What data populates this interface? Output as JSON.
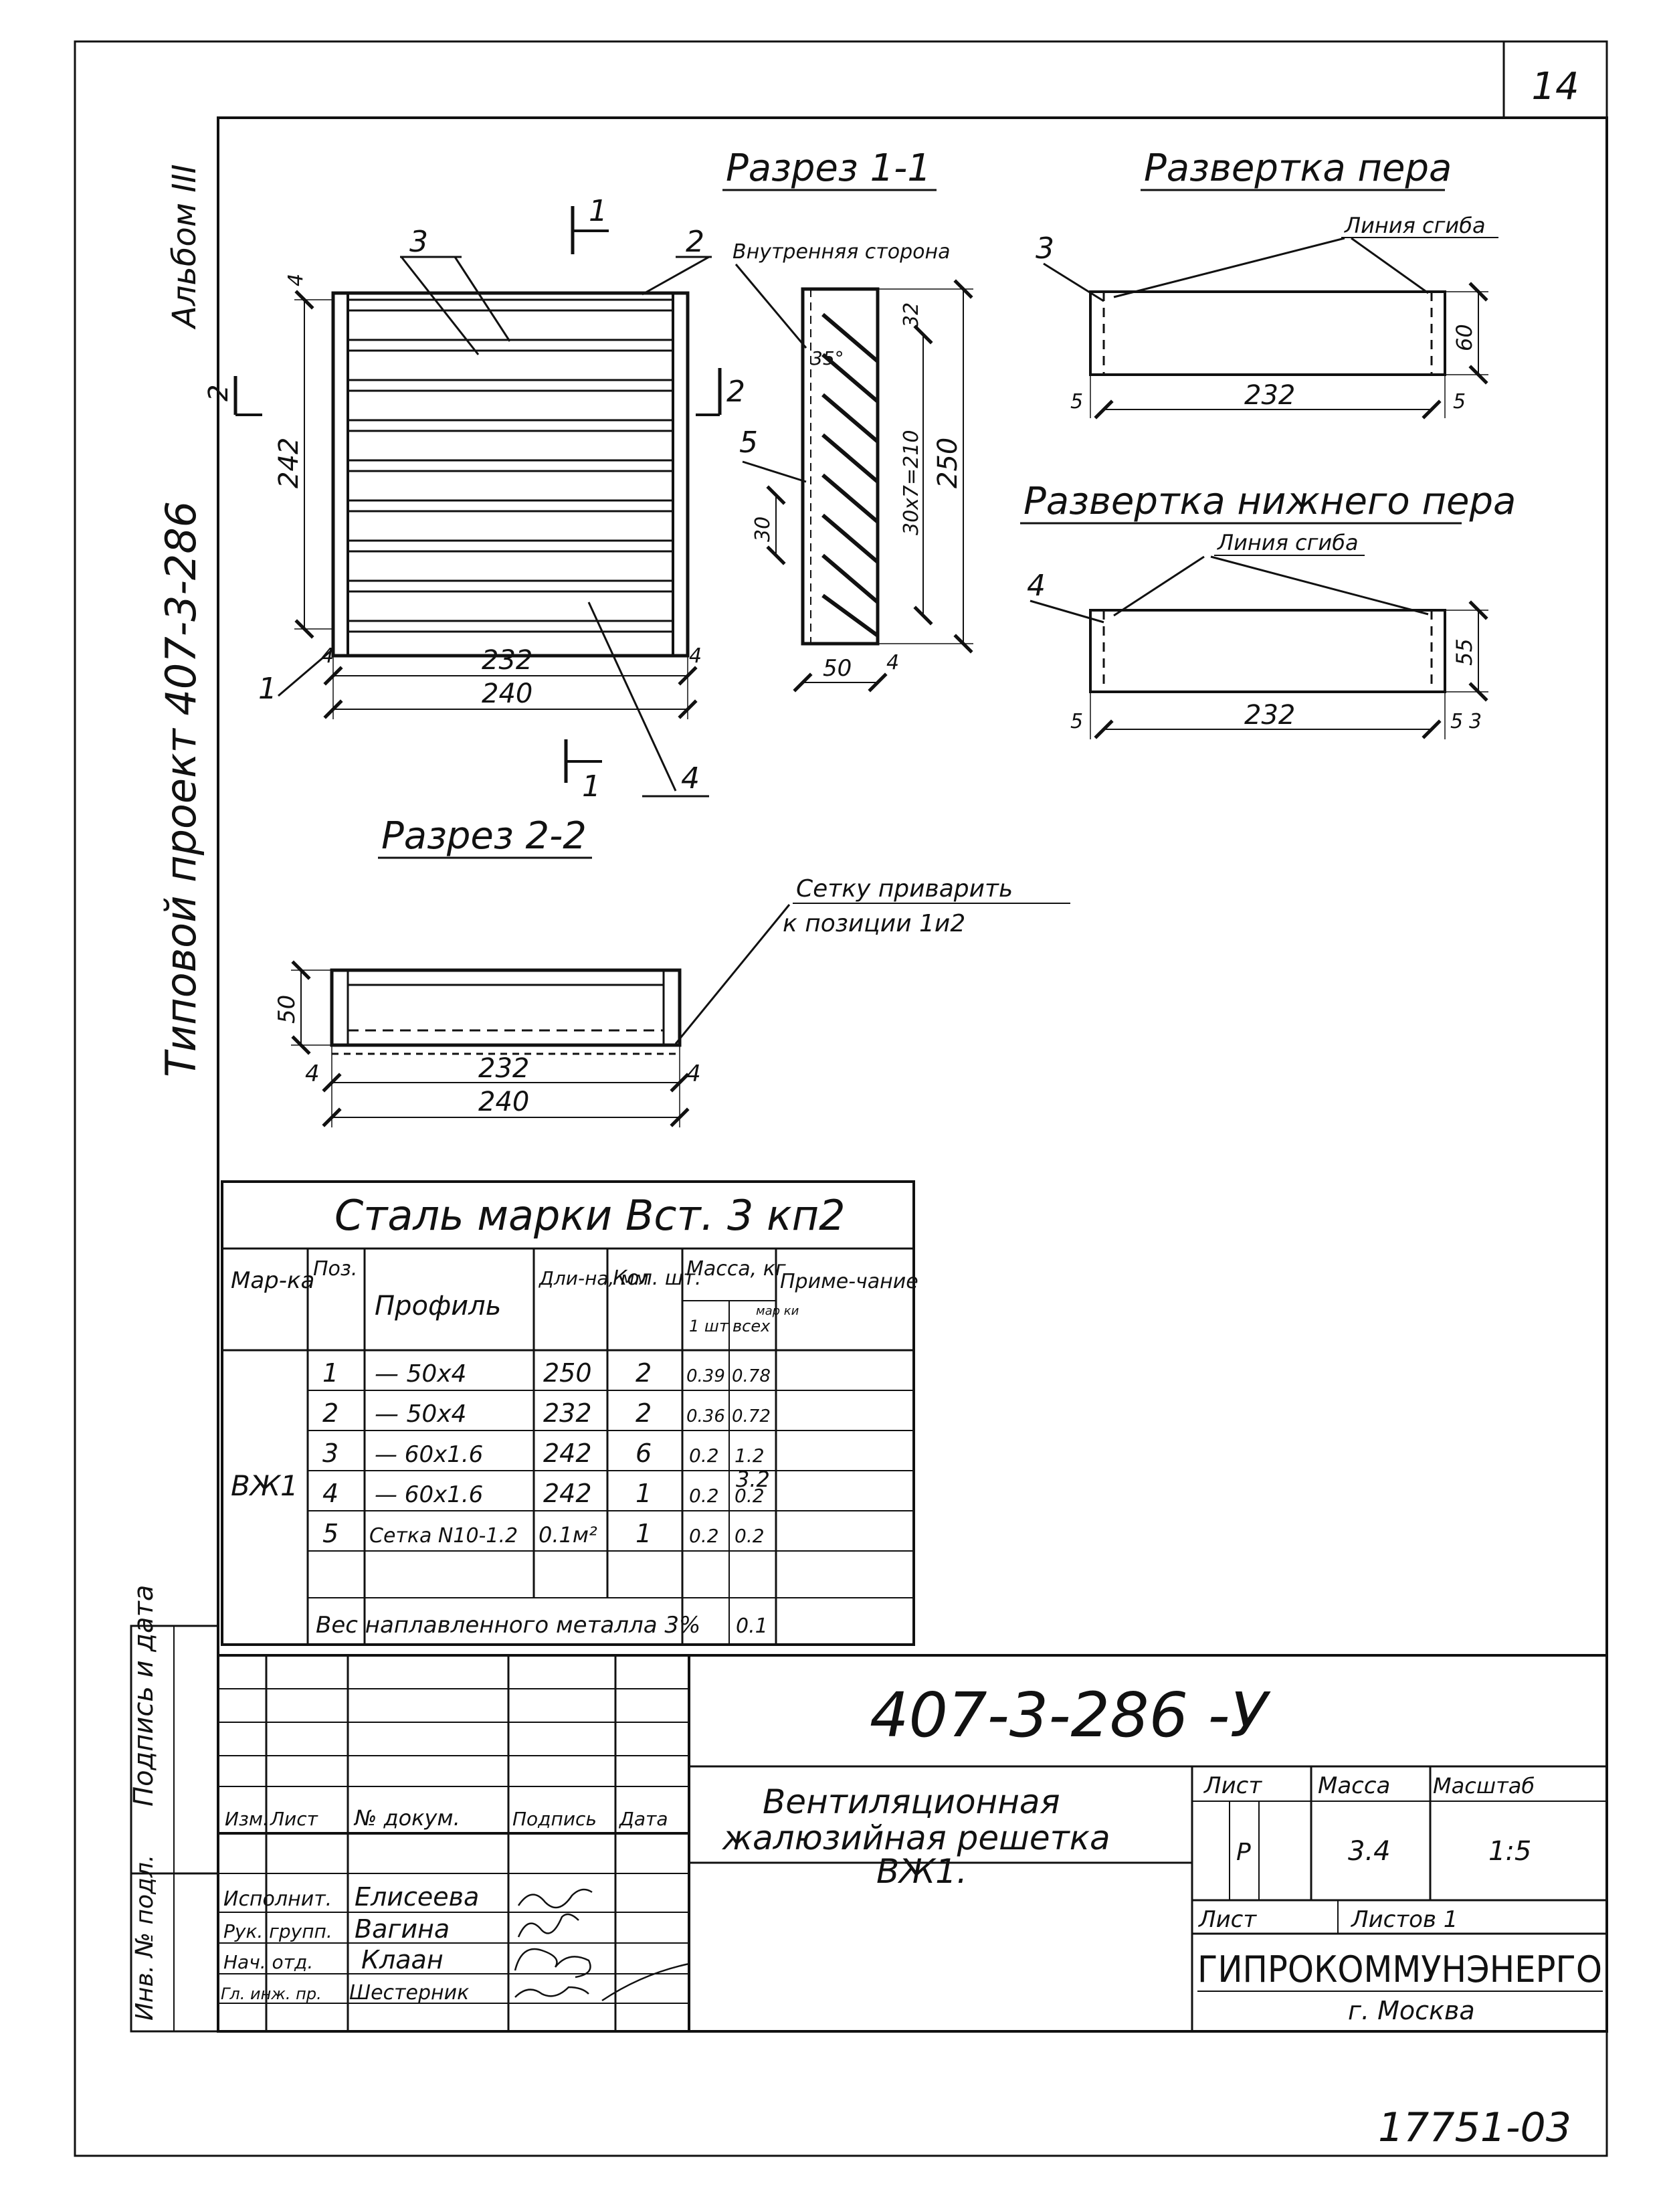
{
  "sheet": {
    "page_no": "14",
    "side_album": "Альбом III",
    "side_project": "Типовой проект 407-3-286",
    "side_sign": "Подпись и дата",
    "side_inv": "Инв. № подл.",
    "bottom_number": "17751-03"
  },
  "views": {
    "section11": {
      "title": "Разрез 1-1",
      "cut_no": "1",
      "cut2_no": "2",
      "inner_side": "Внутренняя сторона",
      "pos": [
        "1",
        "2",
        "3",
        "4",
        "5"
      ],
      "dims": {
        "d242": "242",
        "d232": "232",
        "d240": "240",
        "d4": "4",
        "d250": "250",
        "d32": "32",
        "d30x7": "30x7=210",
        "d30": "30",
        "d50": "50",
        "ang": "35°"
      }
    },
    "section22": {
      "title": "Разрез 2-2",
      "note_l1": "Сетку приварить",
      "note_l2": "к позиции 1и2",
      "dims": {
        "d50": "50",
        "d232": "232",
        "d240": "240",
        "d4": "4"
      }
    },
    "blade": {
      "title": "Развертка пера",
      "bend": "Линия сгиба",
      "pos": "3",
      "dims": {
        "d60": "60",
        "d232": "232",
        "d5": "5"
      }
    },
    "lower_blade": {
      "title": "Развертка нижнего пера",
      "bend": "Линия сгиба",
      "pos": "4",
      "dims": {
        "d55": "55",
        "d232": "232",
        "d5": "5",
        "d3": "3"
      }
    }
  },
  "spec": {
    "steel": "Сталь марки Вст. 3 кп2",
    "headers": {
      "mark": "Мар-ка",
      "pos": "Поз.",
      "profile": "Профиль",
      "length": "Дли-на, мм",
      "qty": "Кол. шт.",
      "mass": "Масса, кг",
      "m1": "1 шт",
      "mall": "всех",
      "mmark": "мар ки",
      "note": "Приме-чание"
    },
    "mark": "ВЖ1",
    "mark_mass": "3.2",
    "rows": [
      {
        "pos": "1",
        "profile": "— 50x4",
        "length": "250",
        "qty": "2",
        "m1": "0.39",
        "mall": "0.78"
      },
      {
        "pos": "2",
        "profile": "— 50x4",
        "length": "232",
        "qty": "2",
        "m1": "0.36",
        "mall": "0.72"
      },
      {
        "pos": "3",
        "profile": "— 60x1.6",
        "length": "242",
        "qty": "6",
        "m1": "0.2",
        "mall": "1.2"
      },
      {
        "pos": "4",
        "profile": "— 60x1.6",
        "length": "242",
        "qty": "1",
        "m1": "0.2",
        "mall": "0.2"
      },
      {
        "pos": "5",
        "profile": "Сетка N10-1.2",
        "length": "0.1м²",
        "qty": "1",
        "m1": "0.2",
        "mall": "0.2"
      }
    ],
    "weld": "Вес наплавленного металла 3%",
    "weld_mass": "0.1"
  },
  "titleblock": {
    "code": "407-3-286 -У",
    "title_l1": "Вентиляционная",
    "title_l2": "жалюзийная решетка",
    "title_l3": "ВЖ1.",
    "h_izm": "Изм.",
    "h_list": "Лист",
    "h_doc": "№ докум.",
    "h_sign": "Подпись",
    "h_date": "Дата",
    "lbl_list": "Лист",
    "lbl_mass": "Масса",
    "lbl_scale": "Масштаб",
    "val_list": "Р",
    "val_mass": "3.4",
    "val_scale": "1:5",
    "sheet_lbl": "Лист",
    "sheets_lbl": "Листов 1",
    "org": "ГИПРОКОММУНЭНЕРГО",
    "city": "г. Москва",
    "people": [
      {
        "role": "Исполнит.",
        "name": "Елисеева"
      },
      {
        "role": "Рук. групп.",
        "name": "Вагина"
      },
      {
        "role": "Нач. отд.",
        "name": "Клаан"
      },
      {
        "role": "Гл. инж. пр.",
        "name": "Шестерник"
      }
    ]
  }
}
